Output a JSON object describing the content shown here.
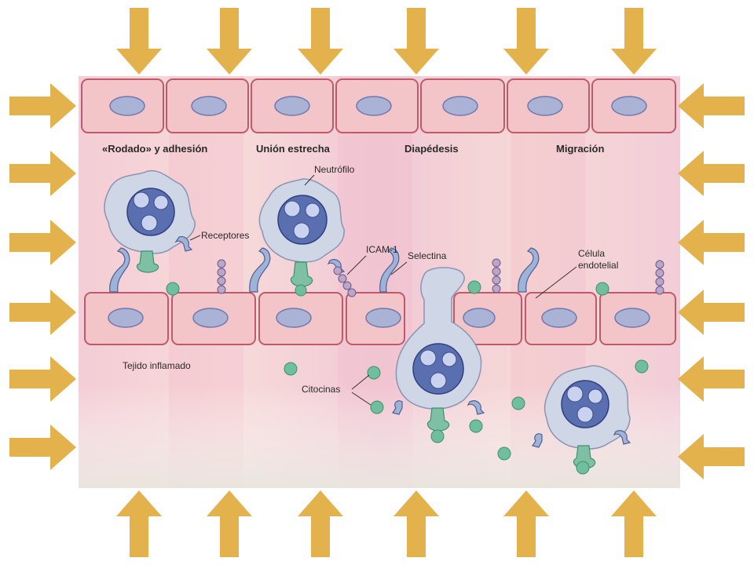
{
  "colors": {
    "arrow": "#e3b24c",
    "panel_bg": "#f6d8de",
    "membrane": "#c05a6a",
    "nucleus": "#aab2d6",
    "neutrophil": "#5a6fb0",
    "cytokine": "#6fbf9e"
  },
  "stages": [
    "«Rodado» y adhesión",
    "Unión estrecha",
    "Diapédesis",
    "Migración"
  ],
  "labels": {
    "neutrofilo": "Neutrófilo",
    "receptores": "Receptores",
    "icam": "ICAM-1",
    "selectina": "Selectina",
    "celula_line1": "Célula",
    "celula_line2": "endotelial",
    "tejido": "Tejido inflamado",
    "citocinas": "Citocinas"
  },
  "icons": {
    "arrows": "arrow-icon",
    "neutrophil": "neutrophil-icon",
    "cytokine": "cytokine-icon",
    "selectin": "selectin-icon",
    "receptor": "receptor-icon"
  }
}
